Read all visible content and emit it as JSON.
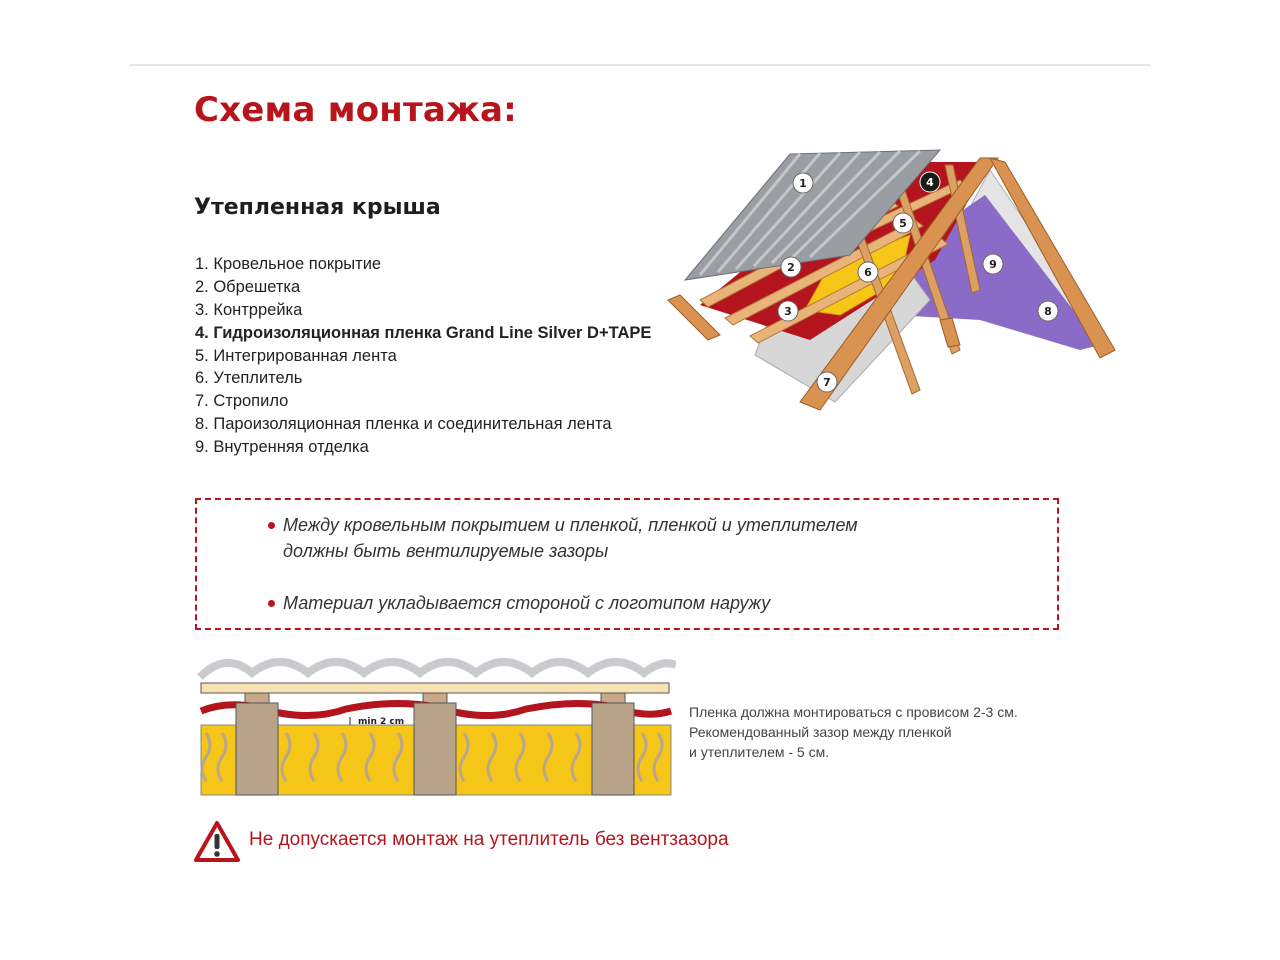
{
  "header": {
    "title": "Схема монтажа:",
    "subtitle": "Утепленная крыша"
  },
  "legend": [
    {
      "text": "1. Кровельное покрытие",
      "highlight": false
    },
    {
      "text": "2. Обрешетка",
      "highlight": false
    },
    {
      "text": "3. Контррейка",
      "highlight": false
    },
    {
      "text": "4. Гидроизоляционная пленка Grand Line Silver D+TAPE",
      "highlight": true
    },
    {
      "text": "5. Интегрированная лента",
      "highlight": false
    },
    {
      "text": "6. Утеплитель",
      "highlight": false
    },
    {
      "text": "7. Стропило",
      "highlight": false
    },
    {
      "text": "8. Пароизоляционная пленка и соединительная лента",
      "highlight": false
    },
    {
      "text": "9. Внутренняя отделка",
      "highlight": false
    }
  ],
  "roof_markers": [
    "1",
    "2",
    "3",
    "4",
    "5",
    "6",
    "7",
    "8",
    "9"
  ],
  "notes": {
    "note1_line1": "Между кровельным покрытием и пленкой, пленкой и утеплителем",
    "note1_line2": "должны быть вентилируемые зазоры",
    "note2": "Материал укладывается стороной с логотипом наружу"
  },
  "section": {
    "gap_label": "min 2 cm",
    "caption_line1": "Пленка должна монтироваться с провисом 2-3 см.",
    "caption_line2": "Рекомендованный зазор между пленкой",
    "caption_line3": "и утеплителем - 5 см."
  },
  "warning": {
    "text": "Не допускается монтаж на утеплитель без вентзазора",
    "icon": "warning-triangle-icon"
  },
  "colors": {
    "accent": "#b8141b",
    "wood": "#d9924f",
    "insulation": "#f5c518",
    "membrane_red": "#b4141e",
    "vapor_purple": "#8a6cc8",
    "roofing_gray": "#9a9ea3"
  }
}
